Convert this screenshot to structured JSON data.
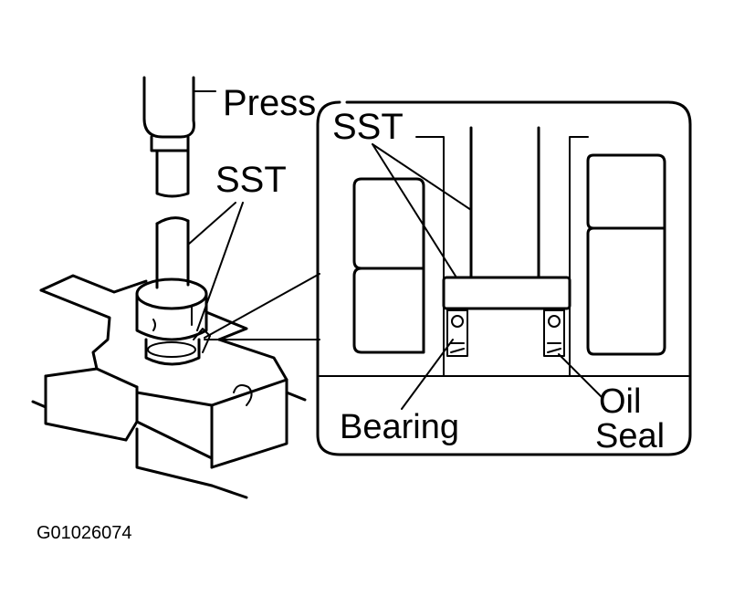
{
  "labels": {
    "press": "Press",
    "sst_main": "SST",
    "sst_inset": "SST",
    "bearing": "Bearing",
    "oil": "Oil",
    "seal": "Seal",
    "figure_code": "G01026074"
  },
  "colors": {
    "ink": "#000000",
    "paper": "#ffffff"
  }
}
